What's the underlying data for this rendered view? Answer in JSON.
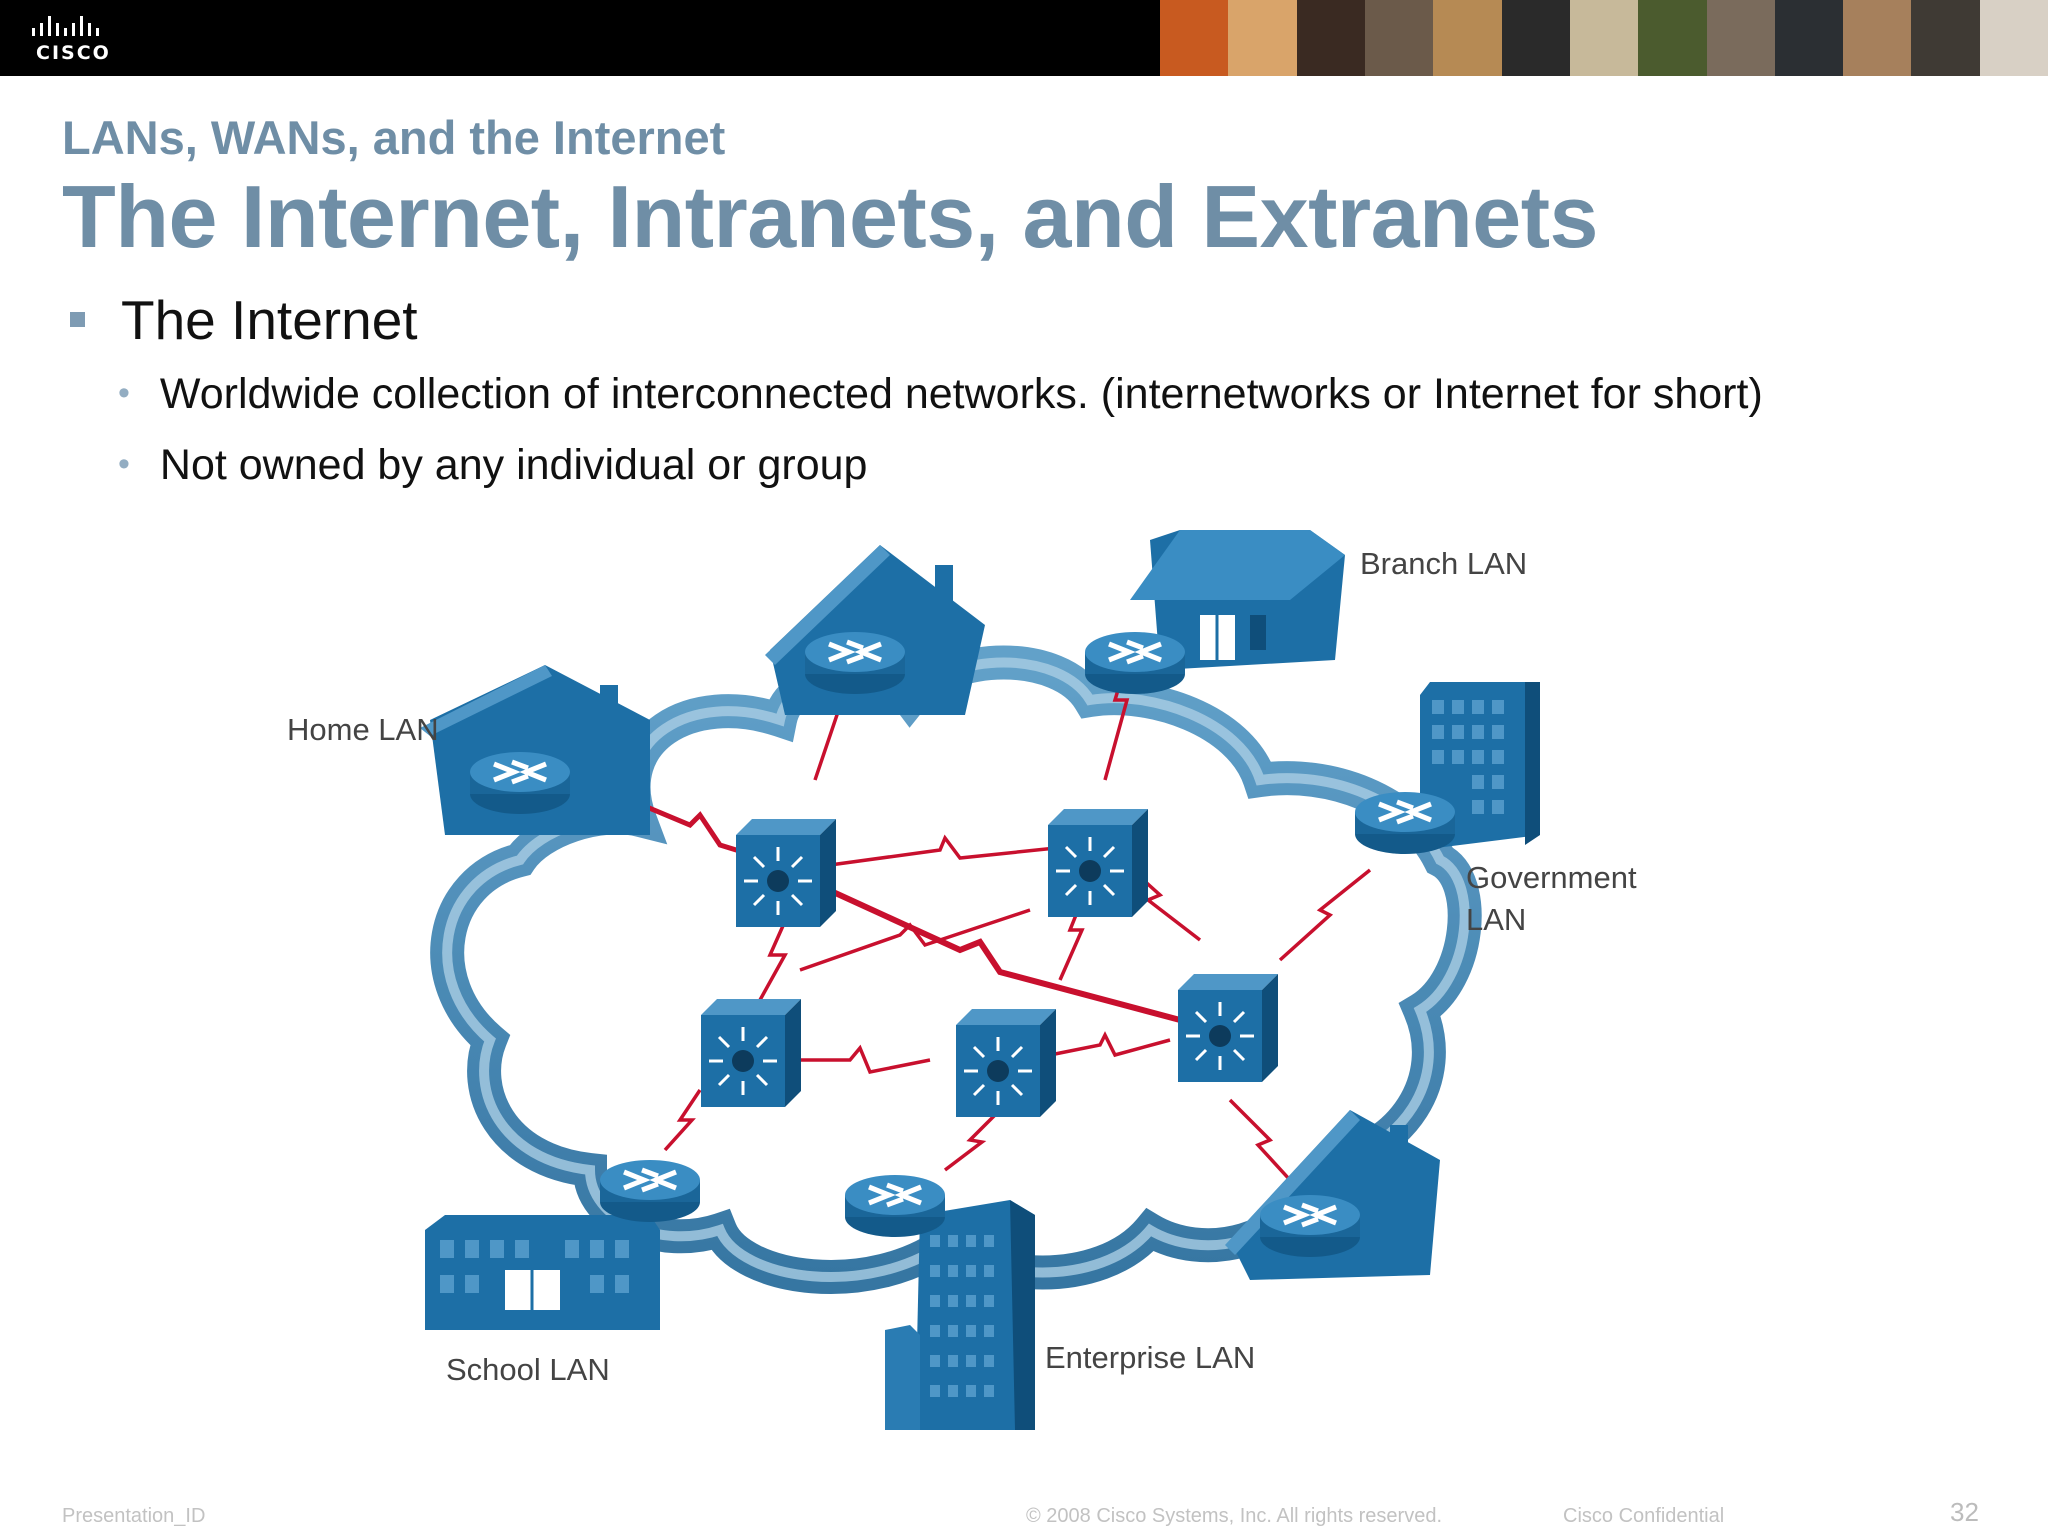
{
  "header": {
    "logo_text": "CISCO",
    "photo_colors": [
      "#c85a20",
      "#d9a46a",
      "#3a2a22",
      "#6b5a4a",
      "#b68a54",
      "#2a2a2a",
      "#c7b99a",
      "#4b5b2e",
      "#7a6b5c",
      "#2b2f33",
      "#a6805c",
      "#3f3a34",
      "#d8d0c5"
    ]
  },
  "slide": {
    "subtitle": "LANs, WANs, and the Internet",
    "title": "The Internet, Intranets, and Extranets",
    "bullet_main": "The Internet",
    "sub_bullets": [
      "Worldwide collection of interconnected networks. (internetworks or Internet for short)",
      "Not owned by any individual or group"
    ]
  },
  "diagram": {
    "labels": {
      "home": "Home LAN",
      "branch": "Branch LAN",
      "government_1": "Government",
      "government_2": "LAN",
      "school": "School LAN",
      "enterprise": "Enterprise LAN"
    },
    "colors": {
      "cloud": "#2f78a8",
      "device": "#1d6fa6",
      "link": "#c8102e"
    }
  },
  "footer": {
    "presentation_id": "Presentation_ID",
    "copyright": "© 2008 Cisco Systems, Inc. All rights reserved.",
    "confidential": "Cisco Confidential",
    "page_number": "32"
  }
}
